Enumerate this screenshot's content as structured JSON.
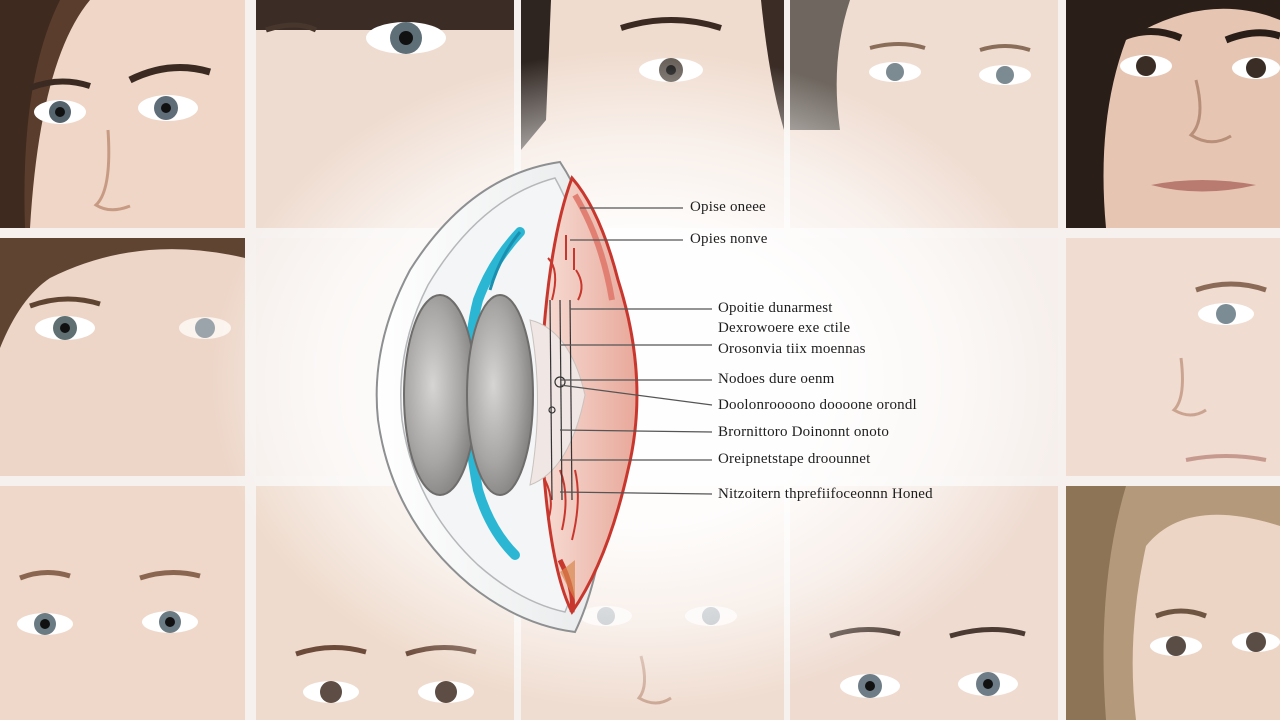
{
  "diagram": {
    "labels": [
      "Opise oneee",
      "Opies nonve",
      "Opoitie dunarmest",
      "Dexrowoere exe ctile",
      "Orosonvia tiix moennas",
      "Nodoes dure oenm",
      "Doolonroooono doooone orondl",
      "Brornittoro Doinonnt onoto",
      "Oreipnetstape droounnet",
      "Nitzoitern thprefiifoceonnn Honed"
    ]
  },
  "colors": {
    "skin_light": "#efd9cc",
    "skin_mid": "#d9b8a4",
    "hair_dark": "#3a2a22",
    "hair_brown": "#6b4a36",
    "eye_iris": "#6d7c86",
    "lens_cyan": "#2bb7d3",
    "retina_red": "#c8372e",
    "retina_pink": "#f2c4b8",
    "lens_gray": "#9a9896",
    "shell_white": "#fafafa"
  }
}
